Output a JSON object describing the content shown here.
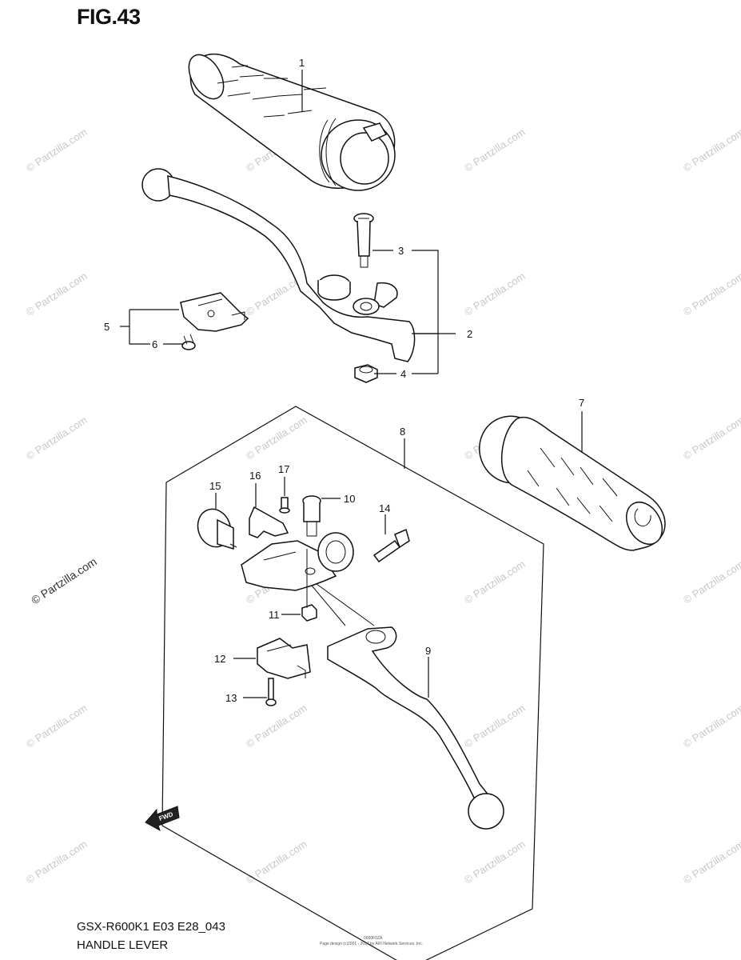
{
  "figure": {
    "title": "FIG.43",
    "model_code": "GSX-R600K1 E03 E28_043",
    "section_name": "HANDLE LEVER",
    "tiny_code": "0000F0ZA",
    "tiny_print": "Page design (c)2001 - 2017 by ARI Network Services, Inc."
  },
  "watermark": {
    "text": "© Partzilla.com"
  },
  "callouts": [
    "1",
    "2",
    "3",
    "4",
    "5",
    "6",
    "7",
    "8",
    "9",
    "10",
    "11",
    "12",
    "13",
    "14",
    "15",
    "16",
    "17"
  ],
  "icons": {
    "fwd_arrow": "fwd-arrow-icon",
    "fwd_text": "FWD"
  }
}
